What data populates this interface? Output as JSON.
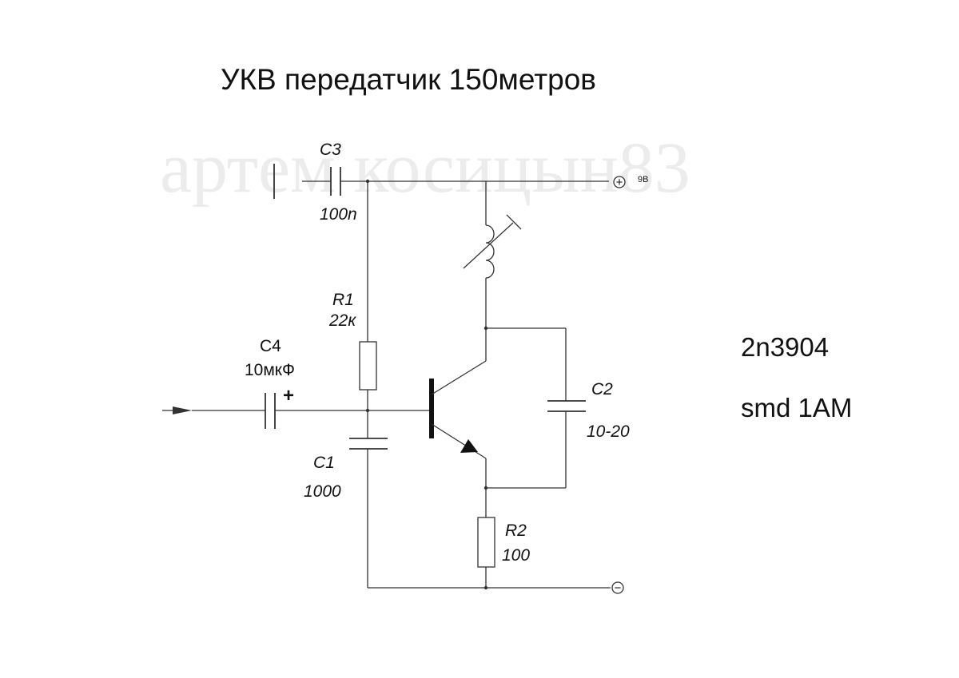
{
  "title": "УКВ передатчик 150метров",
  "watermark": "артем косицын83",
  "supply": {
    "positive_label": "9В",
    "plus_sign": "+",
    "minus_sign": "−"
  },
  "components": {
    "c3": {
      "name": "C3",
      "value": "100n"
    },
    "r1": {
      "name": "R1",
      "value": "22к"
    },
    "c4": {
      "name": "C4",
      "value": "10мкФ",
      "polarity": "+"
    },
    "c1": {
      "name": "C1",
      "value": "1000"
    },
    "c2": {
      "name": "C2",
      "value": "10-20"
    },
    "r2": {
      "name": "R2",
      "value": "100"
    }
  },
  "notes": {
    "transistor": "2n3904",
    "smd": "smd 1AM"
  },
  "colors": {
    "wire": "#333333",
    "text": "#111111",
    "watermark": "#ececec"
  }
}
